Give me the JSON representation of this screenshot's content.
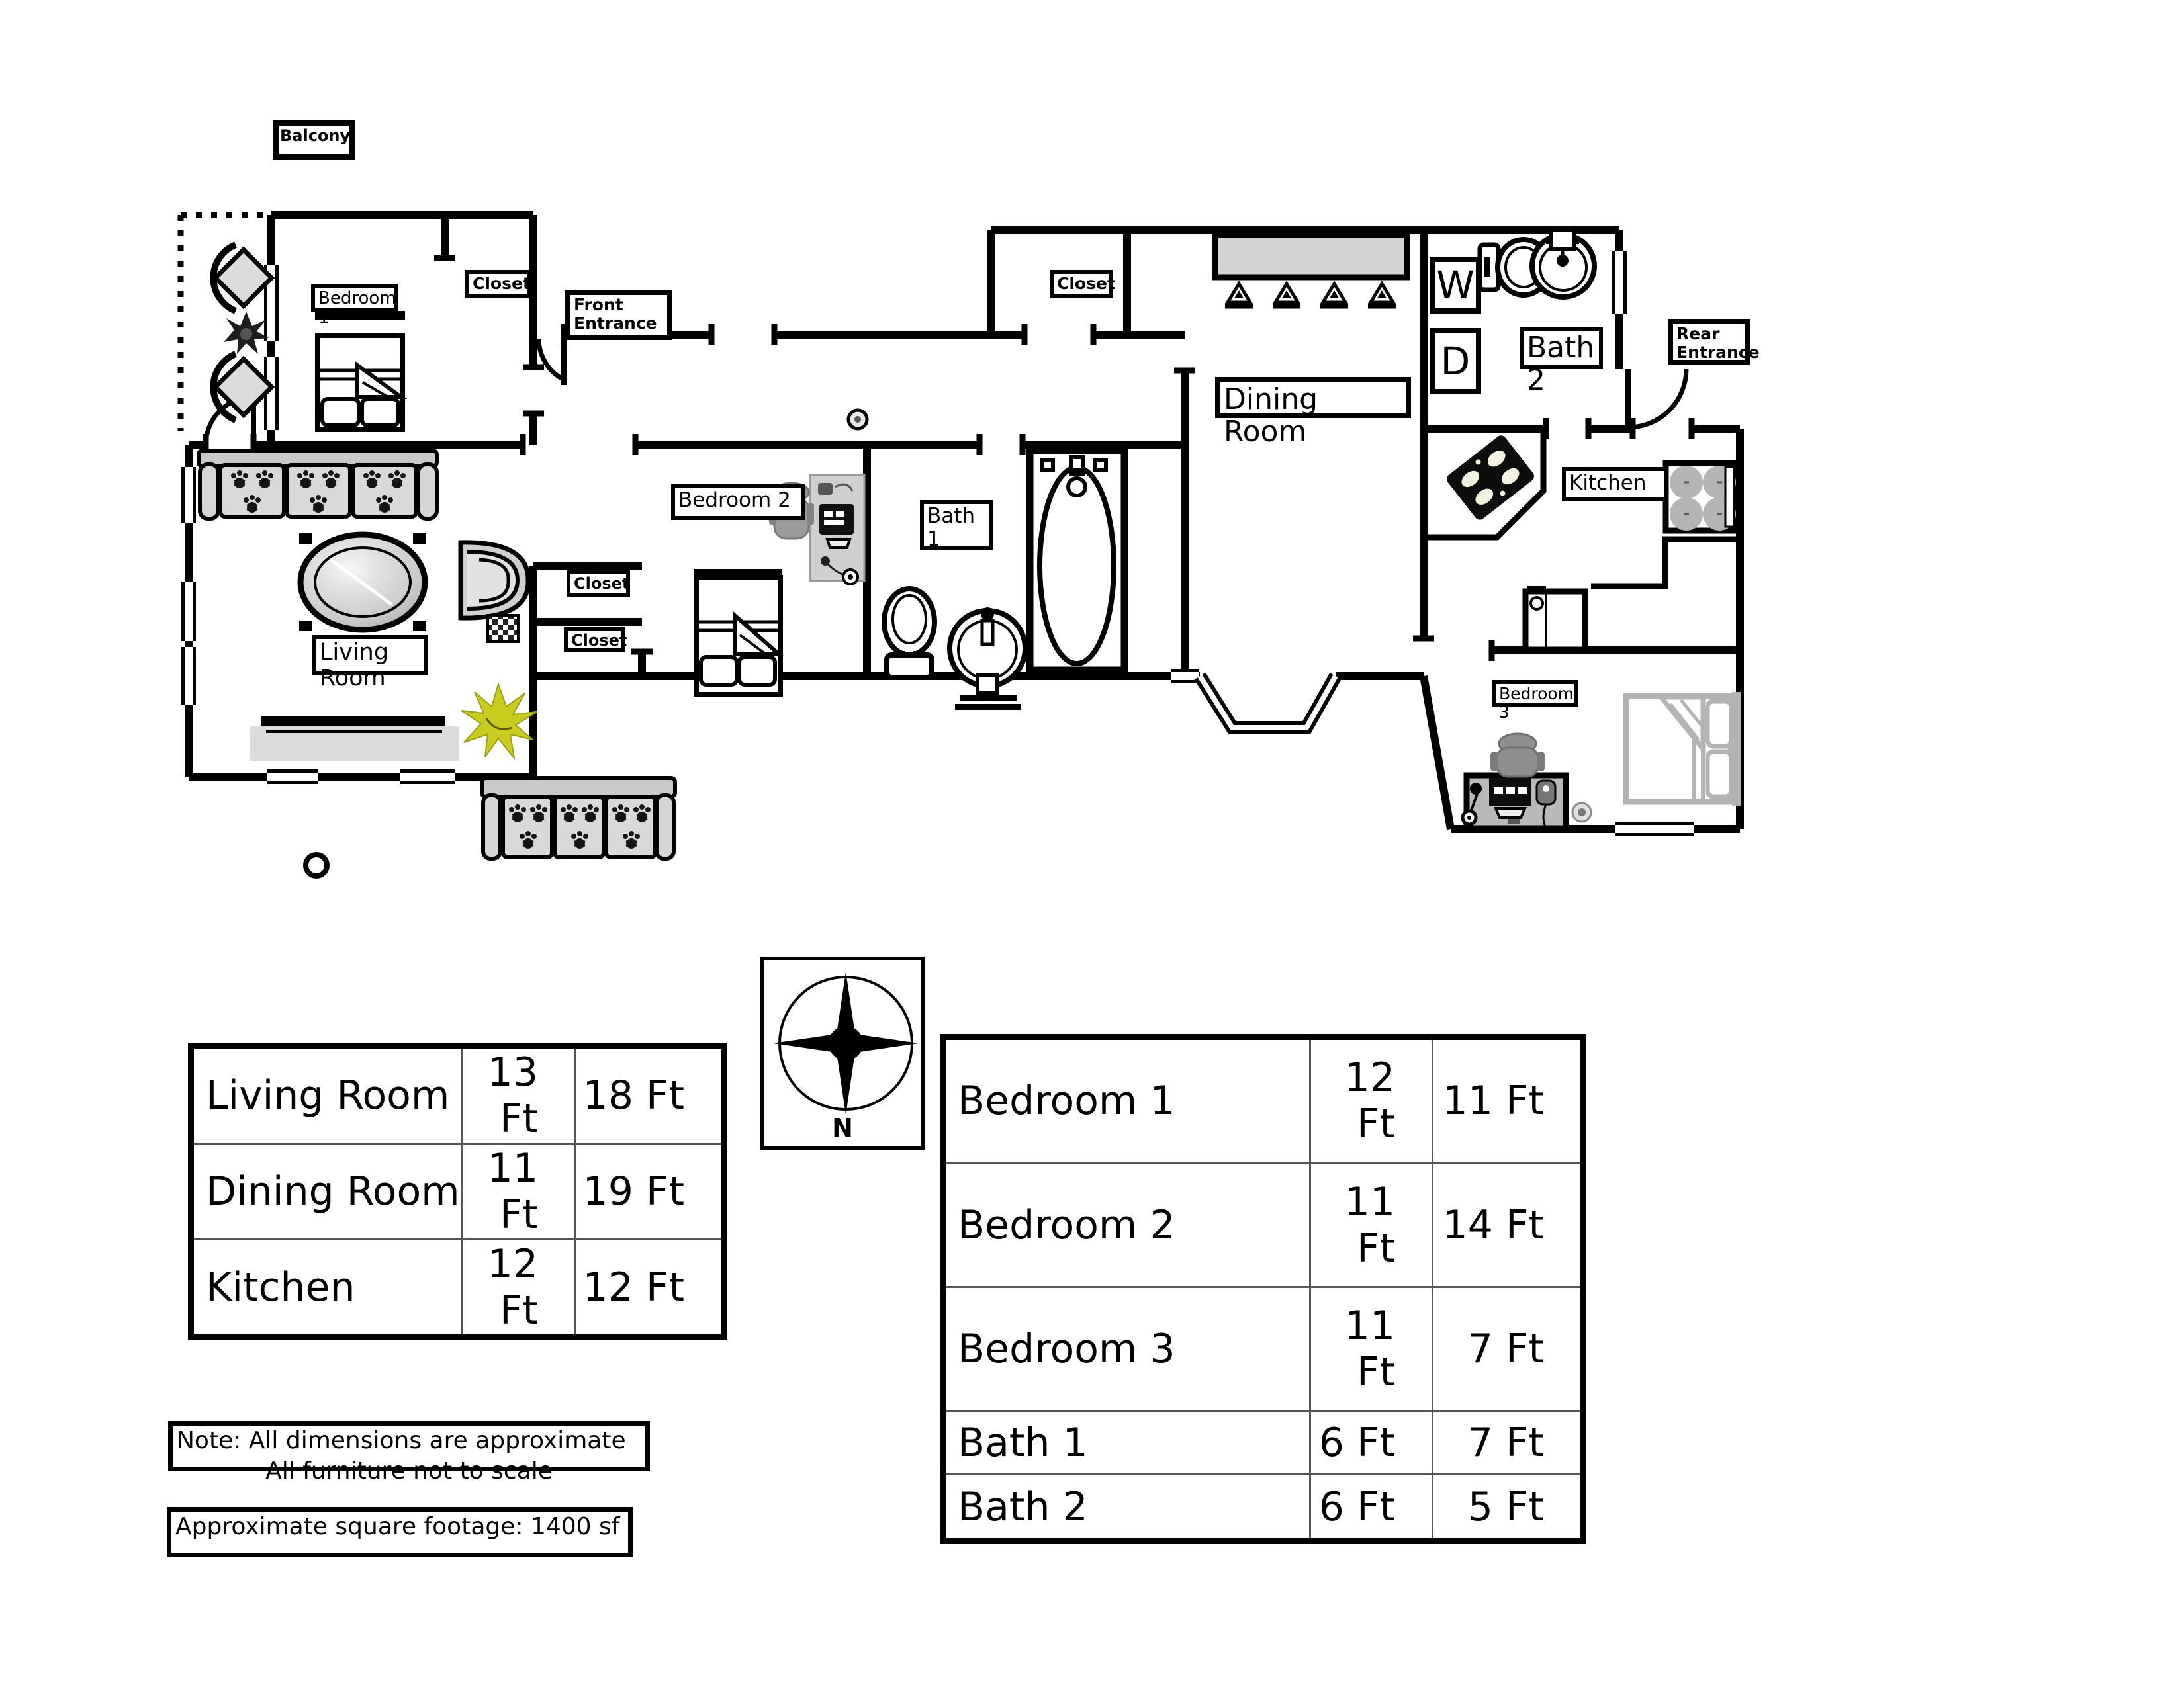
{
  "floor_plan": {
    "labels": {
      "balcony": "Balcony",
      "bedroom1": "Bedroom 1",
      "bedroom1_closet": "Closet",
      "front_entrance": "Front\nEntrance",
      "hall_closet": "Closet",
      "dining_room": "Dining Room",
      "washer": "W",
      "dryer": "D",
      "bath2": "Bath 2",
      "rear_entrance": "Rear\nEntrance",
      "kitchen": "Kitchen",
      "bedroom2": "Bedroom 2",
      "bath1": "Bath 1",
      "closet_upper": "Closet",
      "closet_lower": "Closet",
      "living_room": "Living Room",
      "bedroom3": "Bedroom 3"
    },
    "compass": {
      "north": "N"
    },
    "colors": {
      "walls": "#000000",
      "furniture_gray": "#d2d2d2",
      "bed3_gray": "#b3b3b3",
      "plant_accent": "#c9ce1e"
    }
  },
  "dimension_tables": {
    "main_rooms": {
      "rows": [
        {
          "name": "Living Room",
          "width": "13 Ft",
          "length": "18 Ft"
        },
        {
          "name": "Dining Room",
          "width": "11 Ft",
          "length": "19 Ft"
        },
        {
          "name": "Kitchen",
          "width": "12 Ft",
          "length": "12 Ft"
        }
      ]
    },
    "bedrooms_baths": {
      "rows": [
        {
          "name": "Bedroom 1",
          "width": "12 Ft",
          "length": "11 Ft"
        },
        {
          "name": "Bedroom 2",
          "width": "11 Ft",
          "length": "14 Ft"
        },
        {
          "name": "Bedroom 3",
          "width": "11 Ft",
          "length": "7 Ft"
        },
        {
          "name": "Bath 1",
          "width": "6 Ft",
          "length": "7 Ft"
        },
        {
          "name": "Bath 2",
          "width": "6 Ft",
          "length": "5 Ft"
        }
      ]
    }
  },
  "notes": {
    "line1": "Note: All dimensions are approximate",
    "line2": "All furniture not to scale"
  },
  "footage": {
    "text": "Approximate square footage: 1400 sf"
  }
}
